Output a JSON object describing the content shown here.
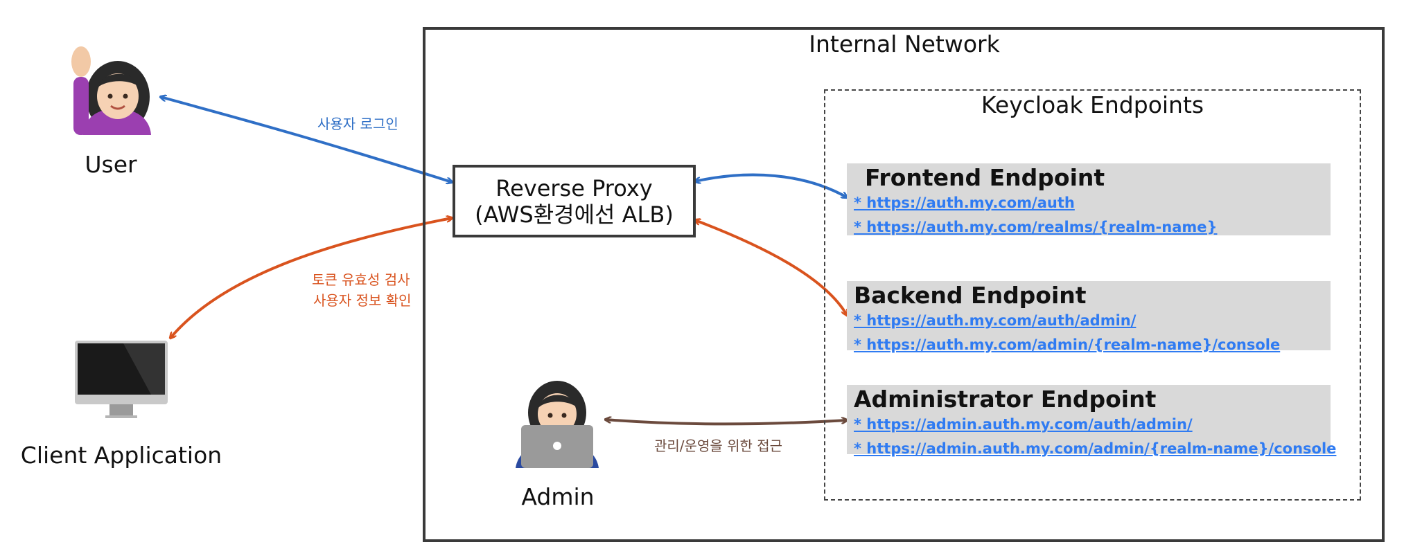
{
  "internal_network": {
    "title": "Internal Network"
  },
  "keycloak": {
    "title": "Keycloak Endpoints"
  },
  "proxy": {
    "line1": "Reverse Proxy",
    "line2": "(AWS환경에선 ALB)"
  },
  "actors": {
    "user": "User",
    "client": "Client Application",
    "admin": "Admin"
  },
  "endpoints": {
    "frontend": {
      "title": "Frontend Endpoint",
      "links": [
        "* https://auth.my.com/auth",
        "* https://auth.my.com/realms/{realm-name}"
      ]
    },
    "backend": {
      "title": "Backend Endpoint",
      "links": [
        "* https://auth.my.com/auth/admin/",
        "* https://auth.my.com/admin/{realm-name}/console"
      ]
    },
    "administrator": {
      "title": "Administrator Endpoint",
      "links": [
        "* https://admin.auth.my.com/auth/admin/",
        "* https://admin.auth.my.com/admin/{realm-name}/console"
      ]
    }
  },
  "annotations": {
    "user_login": "사용자 로그인",
    "token_check_1": "토큰 유효성 검사",
    "token_check_2": "사용자 정보 확인",
    "admin_access": "관리/운영을 위한 접근"
  },
  "colors": {
    "blue": "#2f6fc6",
    "orange": "#d9531e",
    "brown": "#6b4a3d",
    "link": "#2f7bf2",
    "endpoint_bg": "#d9d9d9"
  }
}
